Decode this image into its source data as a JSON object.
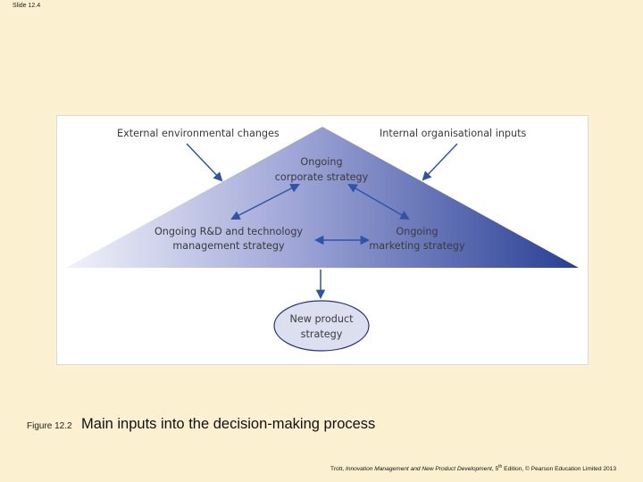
{
  "slide_label": "Slide 12.4",
  "diagram": {
    "external": "External environmental changes",
    "internal": "Internal organisational inputs",
    "corporate_line1": "Ongoing",
    "corporate_line2": "corporate strategy",
    "rd_line1": "Ongoing R&D and technology",
    "rd_line2": "management strategy",
    "marketing_line1": "Ongoing",
    "marketing_line2": "marketing strategy",
    "product_line1": "New product",
    "product_line2": "strategy",
    "colors": {
      "triangle_light": "#f1f2fa",
      "triangle_dark": "#283f94",
      "arrow": "#2c55a8",
      "ellipse_fill": "#dcdff0",
      "ellipse_stroke": "#27337a"
    }
  },
  "caption": {
    "number": "Figure 12.2",
    "title": "Main inputs into the decision-making process"
  },
  "footer": {
    "author": "Trott,",
    "book": "Innovation Management and New Product Development",
    "edition_num": ", 5",
    "edition_sup": "th",
    "rest": " Edition, © Pearson Education Limited 2013"
  }
}
